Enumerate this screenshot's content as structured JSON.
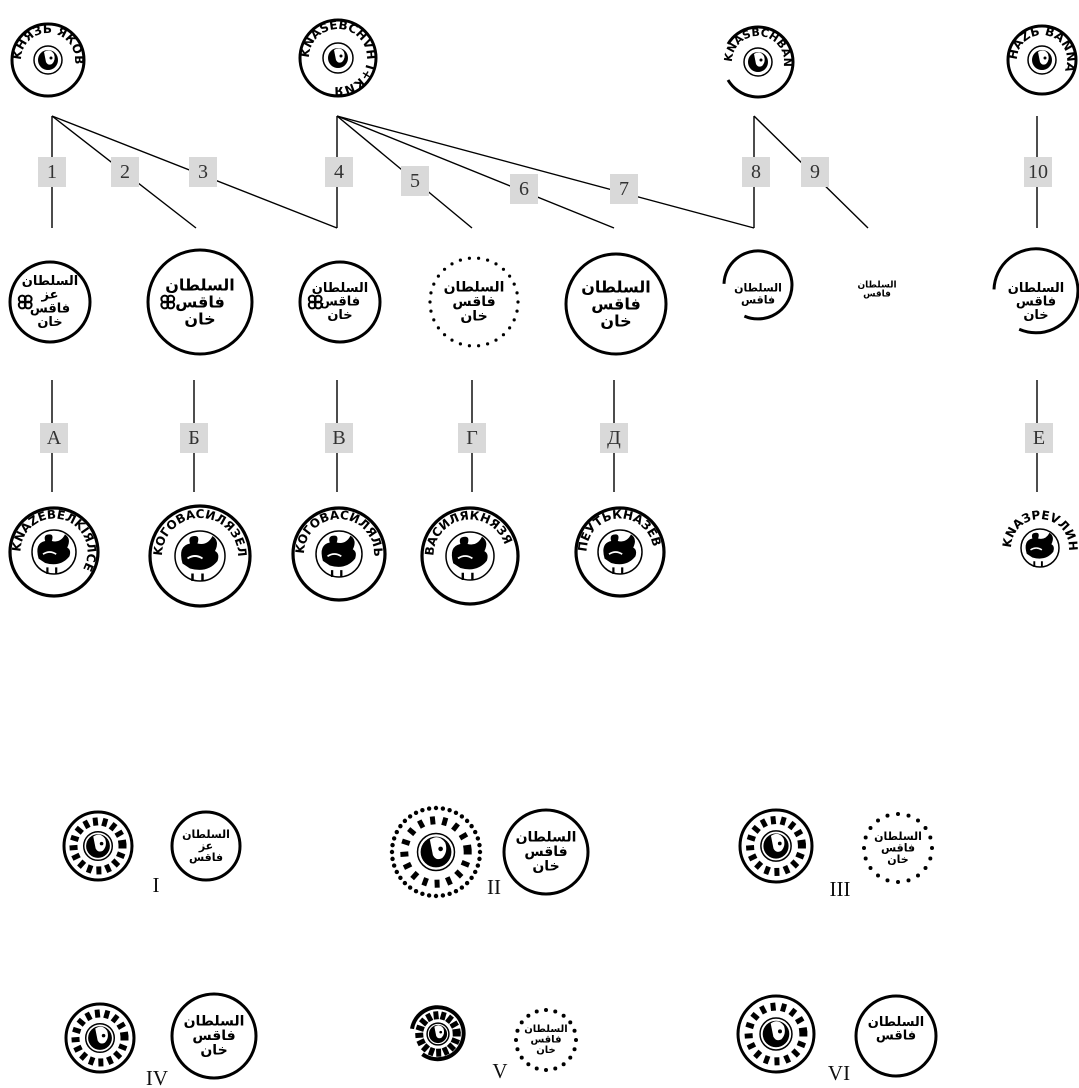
{
  "link_labels": [
    "1",
    "2",
    "3",
    "4",
    "5",
    "6",
    "7",
    "8",
    "9",
    "10"
  ],
  "reverse_labels": [
    "А",
    "Б",
    "В",
    "Г",
    "Д",
    "Е"
  ],
  "group_labels": [
    "I",
    "II",
    "III",
    "IV",
    "V",
    "VI"
  ],
  "obverse_dies": [
    {
      "id": "o1",
      "legend": "KНЯЗЬ ЯКОВ"
    },
    {
      "id": "o2",
      "legend": "KNASEBCHVH I+KNЯ"
    },
    {
      "id": "o3",
      "legend": "KNASBCHВAN"
    },
    {
      "id": "o4",
      "legend": "HAZЬ BANNA"
    }
  ],
  "arabic_dies": [
    {
      "id": "a1",
      "lines": [
        "السلطان",
        "عز",
        "فاقس",
        "خان"
      ]
    },
    {
      "id": "a2",
      "lines": [
        "السلطان",
        "فاقس",
        "خان"
      ]
    },
    {
      "id": "a3",
      "lines": [
        "السلطان",
        "فاقس",
        "خان"
      ]
    },
    {
      "id": "a4",
      "lines": [
        "السلطان",
        "فاقس",
        "خان"
      ]
    },
    {
      "id": "a5",
      "lines": [
        "السلطان",
        "فاقس",
        "خان"
      ]
    },
    {
      "id": "a6",
      "lines": [
        "السلطان",
        "فاقس"
      ]
    },
    {
      "id": "a7",
      "lines": [
        "السلطان",
        "فاقس"
      ]
    },
    {
      "id": "a8",
      "lines": [
        "السلطان",
        "فاقس",
        "خان"
      ]
    }
  ],
  "rooster_dies": [
    {
      "id": "r1",
      "legend": "KNAZEBEЛKIЯЛСЕ"
    },
    {
      "id": "r2",
      "legend": "KOГОВАСИЛЯЗЕЛ"
    },
    {
      "id": "r3",
      "legend": "KOГОВАСИЛЯЛЬ"
    },
    {
      "id": "r4",
      "legend": "ВАСИЛЯКНЯЗЯ"
    },
    {
      "id": "r5",
      "legend": "ПЕУТЬКНАЗЕВ"
    },
    {
      "id": "r6",
      "legend": "KNAЗРЕVЛИН"
    }
  ]
}
